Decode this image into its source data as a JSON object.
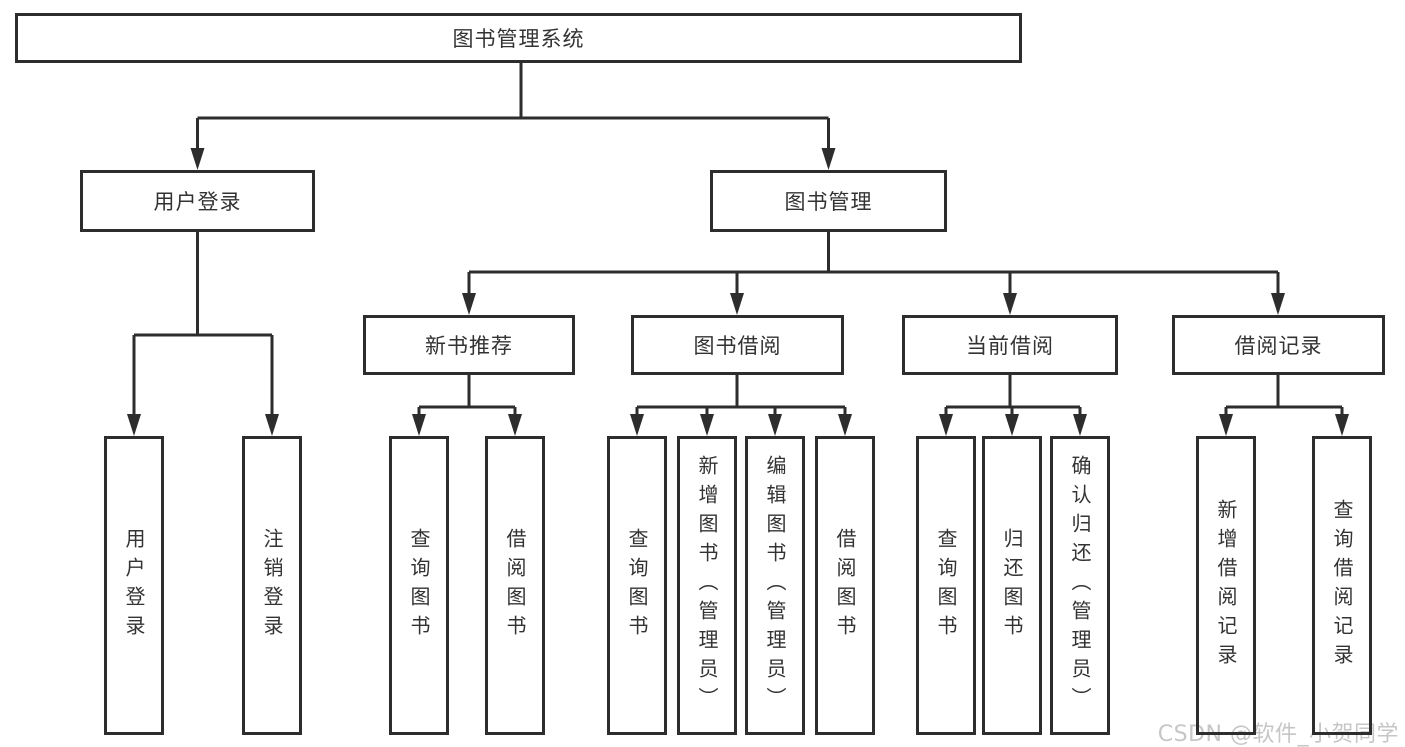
{
  "diagram": {
    "type": "hierarchy-tree",
    "title": "图书管理系统",
    "nodes": {
      "root": "图书管理系统",
      "level2": [
        "用户登录",
        "图书管理"
      ],
      "level3": [
        "新书推荐",
        "图书借阅",
        "当前借阅",
        "借阅记录"
      ],
      "leaves_user": [
        "用户登录",
        "注销登录"
      ],
      "leaves_recommend": [
        "查询图书",
        "借阅图书"
      ],
      "leaves_borrow": [
        "查询图书",
        "新增图书（管理员）",
        "编辑图书（管理员）",
        "借阅图书"
      ],
      "leaves_current": [
        "查询图书",
        "归还图书",
        "确认归还（管理员）"
      ],
      "leaves_record": [
        "新增借阅记录",
        "查询借阅记录"
      ]
    },
    "structure": {
      "图书管理系统": [
        "用户登录",
        "图书管理"
      ],
      "用户登录": [
        "用户登录",
        "注销登录"
      ],
      "图书管理": [
        "新书推荐",
        "图书借阅",
        "当前借阅",
        "借阅记录"
      ],
      "新书推荐": [
        "查询图书",
        "借阅图书"
      ],
      "图书借阅": [
        "查询图书",
        "新增图书（管理员）",
        "编辑图书（管理员）",
        "借阅图书"
      ],
      "当前借阅": [
        "查询图书",
        "归还图书",
        "确认归还（管理员）"
      ],
      "借阅记录": [
        "新增借阅记录",
        "查询借阅记录"
      ]
    },
    "colors": {
      "line": "#2d2d2d",
      "box_border": "#2d2d2d",
      "text": "#333333",
      "background": "#ffffff",
      "watermark": "#c6c6c6"
    },
    "watermark": {
      "text": "CSDN @软件_小贺同学"
    }
  }
}
